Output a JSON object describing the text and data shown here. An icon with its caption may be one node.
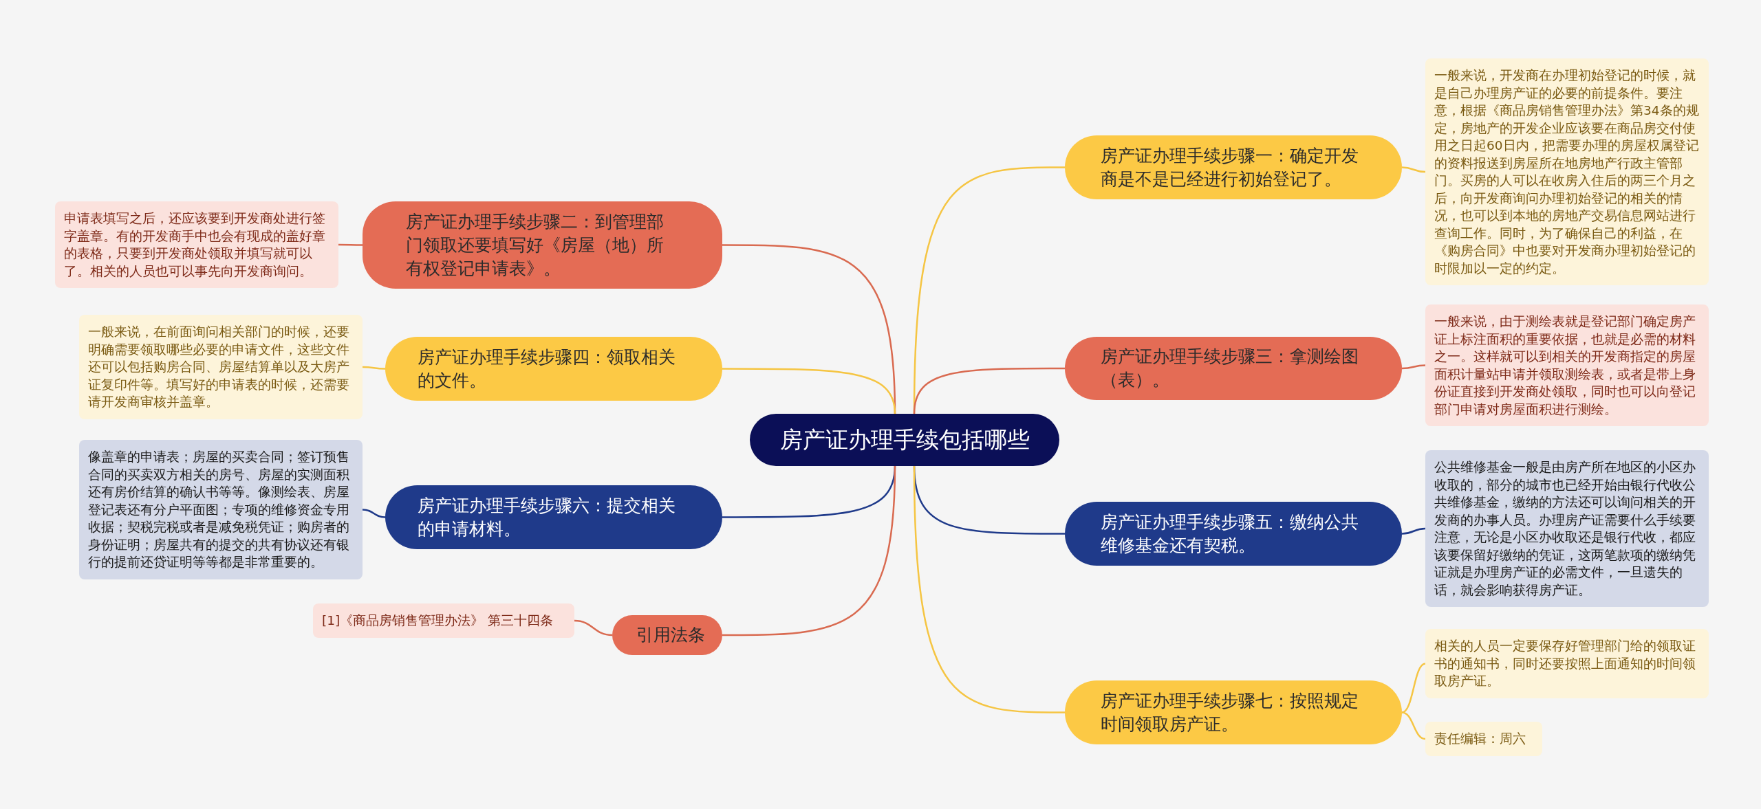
{
  "diagram": {
    "nodes": [
      {
        "text": [
          "房产证办理手续包括哪些"
        ]
      },
      {
        "text": [
          "房产证办理手续步骤一：确定开发商是不是已经进行初始登记了。"
        ]
      },
      {
        "text": [
          "房产证办理手续步骤三：拿测绘图（表）。"
        ]
      },
      {
        "text": [
          "房产证办理手续步骤五：缴纳公共维修基金还有契税。"
        ]
      },
      {
        "text": [
          "房产证办理手续步骤七：按照规定时间领取房产证。"
        ]
      },
      {
        "text": [
          "房产证办理手续步骤二：到管理部门领取还要填写好《房屋（地）所有权登记申请表》。"
        ]
      },
      {
        "text": [
          "房产证办理手续步骤四：领取相关的文件。"
        ]
      },
      {
        "text": [
          "房产证办理手续步骤六：提交相关的申请材料。"
        ]
      },
      {
        "text": [
          "引用法条"
        ]
      },
      {
        "text": [
          "一般来说，开发商在办理初始登记的时候，就是自己办理房产证的必要的前提条件。要注意，根据《商品房销售管理办法》第34条的规定，房地产的开发企业应该要在商品房交付使用之日起60日内，把需要办理的房屋权属登记的资料报送到房屋所在地房地产行政主管部门。买房的人可以在收房入住后的两三个月之后，向开发商询问办理初始登记的相关的情况，也可以到本地的房地产交易信息网站进行查询工作。同时，为了确保自己的利益，在《购房合同》中也要对开发商办理初始登记的时限加以一定的约定。"
        ]
      },
      {
        "text": [
          "一般来说，由于测绘表就是登记部门确定房产证上标注面积的重要依据，也就是必需的材料之一。这样就可以到相关的开发商指定的房屋面积计量站申请并领取测绘表，或者是带上身份证直接到开发商处领取，同时也可以向登记部门申请对房屋面积进行测绘。"
        ]
      },
      {
        "text": [
          "公共维修基金一般是由房产所在地区的小区办收取的，部分的城市也已经开始由银行代收公共维修基金，缴纳的方法还可以询问相关的开发商的办事人员。办理房产证需要什么手续要注意，无论是小区办收取还是银行代收，都应该要保留好缴纳的凭证，这两笔款项的缴纳凭证就是办理房产证的必需文件，一旦遗失的话，就会影响获得房产证。"
        ]
      },
      {
        "text": [
          "相关的人员一定要保存好管理部门给的领取证书的通知书，同时还要按照上面通知的时间领取房产证。"
        ]
      },
      {
        "text": [
          "责任编辑：周六"
        ]
      },
      {
        "text": [
          "申请表填写之后，还应该要到开发商处进行签字盖章。有的开发商手中也会有现成的盖好章的表格，只要到开发商处领取并填写就可以了。相关的人员也可以事先向开发商询问。"
        ]
      },
      {
        "text": [
          "一般来说，在前面询问相关部门的时候，还要明确需要领取哪些必要的申请文件，这些文件还可以包括购房合同、房屋结算单以及大房产证复印件等。填写好的申请表的时候，还需要请开发商审核并盖章。"
        ]
      },
      {
        "text": [
          "像盖章的申请表；房屋的买卖合同；签订预售合同的买卖双方相关的房号、房屋的实测面积还有房价结算的确认书等等。像测绘表、房屋登记表还有分户平面图；专项的维修资金专用收据；契税完税或者是减免税凭证；购房者的身份证明；房屋共有的提交的共有协议还有银行的提前还贷证明等等都是非常重要的。"
        ]
      },
      {
        "text": [
          "[1]《商品房销售管理办法》 第三十四条"
        ]
      }
    ],
    "edges": [
      {
        "from": 0,
        "to": 1,
        "arrow": "none",
        "color": "#f5c543"
      },
      {
        "from": 0,
        "to": 2,
        "arrow": "none",
        "color": "#d96a50"
      },
      {
        "from": 0,
        "to": 3,
        "arrow": "none",
        "color": "#1f3a8a"
      },
      {
        "from": 0,
        "to": 4,
        "arrow": "none",
        "color": "#f5c543"
      },
      {
        "from": 0,
        "to": 5,
        "arrow": "none",
        "color": "#d96a50"
      },
      {
        "from": 0,
        "to": 6,
        "arrow": "none",
        "color": "#f5c543"
      },
      {
        "from": 0,
        "to": 7,
        "arrow": "none",
        "color": "#1f3a8a"
      },
      {
        "from": 0,
        "to": 8,
        "arrow": "none",
        "color": "#d96a50"
      },
      {
        "from": 1,
        "to": 9,
        "arrow": "none",
        "color": "#f5c543"
      },
      {
        "from": 2,
        "to": 10,
        "arrow": "none",
        "color": "#d96a50"
      },
      {
        "from": 3,
        "to": 11,
        "arrow": "none",
        "color": "#1f3a8a"
      },
      {
        "from": 4,
        "to": 12,
        "arrow": "none",
        "color": "#f5c543"
      },
      {
        "from": 4,
        "to": 13,
        "arrow": "none",
        "color": "#f5c543"
      },
      {
        "from": 5,
        "to": 14,
        "arrow": "none",
        "color": "#d96a50"
      },
      {
        "from": 6,
        "to": 15,
        "arrow": "none",
        "color": "#f5c543"
      },
      {
        "from": 7,
        "to": 16,
        "arrow": "none",
        "color": "#1f3a8a"
      },
      {
        "from": 8,
        "to": 17,
        "arrow": "none",
        "color": "#d96a50"
      }
    ]
  }
}
